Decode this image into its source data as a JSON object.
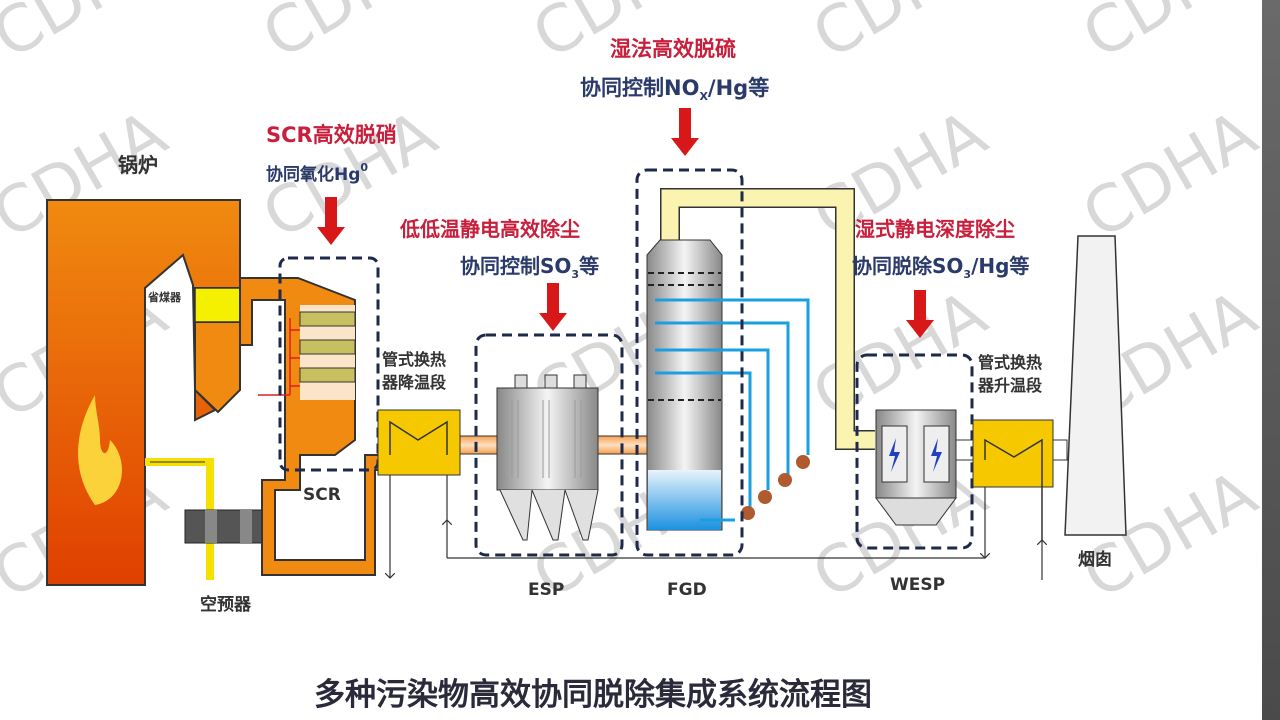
{
  "title": "多种污染物高效协同脱除集成系统流程图",
  "watermark": "CDHA",
  "labels": {
    "boiler": "锅炉",
    "economizer": "省煤器",
    "scr": "SCR",
    "air_preheater": "空预器",
    "hx_cool": [
      "管式换热",
      "器降温段"
    ],
    "esp": "ESP",
    "fgd": "FGD",
    "wesp": "WESP",
    "hx_heat": [
      "管式换热",
      "器升温段"
    ],
    "stack": "烟囱"
  },
  "annotations": {
    "scr": {
      "line1": "SCR高效脱硝",
      "line2_main": "协同氧化Hg",
      "line2_sup": "0"
    },
    "esp": {
      "line1": "低低温静电高效除尘",
      "line2_a": "协同控制SO",
      "line2_sub": "3",
      "line2_b": "等"
    },
    "fgd": {
      "line1": "湿法高效脱硫",
      "line2_a": "协同控制NO",
      "line2_sub": "X",
      "line2_b": "/Hg等"
    },
    "wesp": {
      "line1": "湿式静电深度除尘",
      "line2_a": "协同脱除SO",
      "line2_sub": "3",
      "line2_b": "/Hg等"
    }
  },
  "colors": {
    "orange": "#f07d10",
    "yellow": "#f5d000",
    "red": "#c8203c",
    "blue": "#1aa0e0",
    "navy": "#2a3a6a"
  }
}
